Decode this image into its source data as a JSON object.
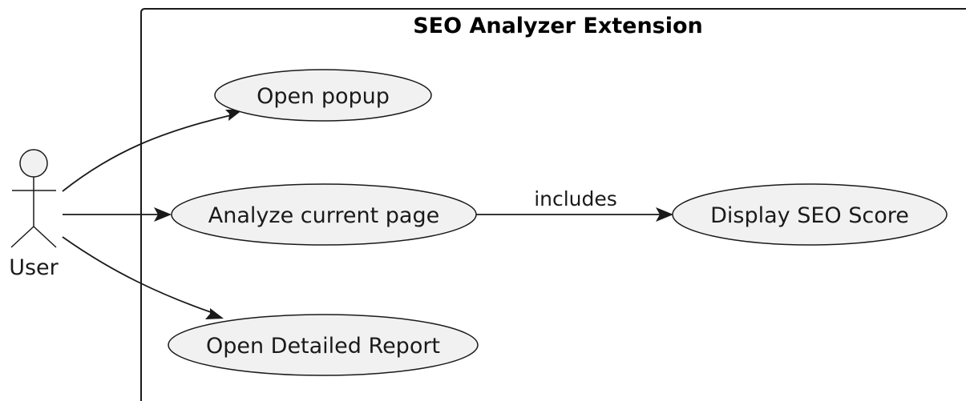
{
  "diagram": {
    "type": "use-case",
    "boundary": {
      "title": "SEO Analyzer Extension"
    },
    "actor": {
      "name": "User"
    },
    "use_cases": [
      {
        "id": "open-popup",
        "label": "Open popup"
      },
      {
        "id": "analyze-page",
        "label": "Analyze current page"
      },
      {
        "id": "open-report",
        "label": "Open Detailed Report"
      },
      {
        "id": "display-score",
        "label": "Display SEO Score"
      }
    ],
    "relations": [
      {
        "from": "User",
        "to": "open-popup",
        "label": ""
      },
      {
        "from": "User",
        "to": "analyze-page",
        "label": ""
      },
      {
        "from": "User",
        "to": "open-report",
        "label": ""
      },
      {
        "from": "analyze-page",
        "to": "display-score",
        "label": "includes"
      }
    ],
    "colors": {
      "usecase_fill": "#f1f1f1",
      "stroke": "#1a1a1a",
      "background": "#ffffff"
    }
  }
}
